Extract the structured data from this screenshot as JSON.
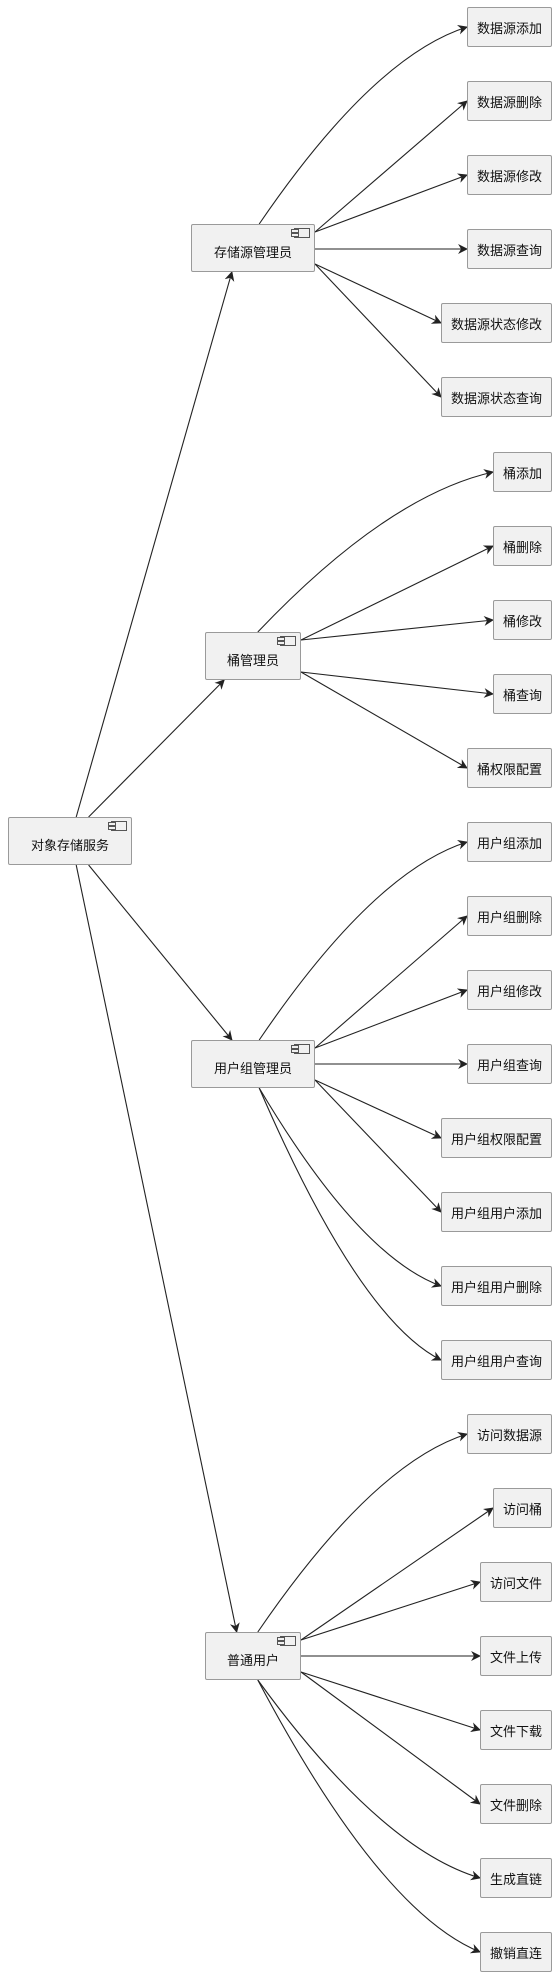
{
  "root": {
    "label": "对象存储服务",
    "icon": "component-icon"
  },
  "groups": [
    {
      "label": "存储源管理员",
      "icon": "component-icon",
      "children": [
        "数据源添加",
        "数据源删除",
        "数据源修改",
        "数据源查询",
        "数据源状态修改",
        "数据源状态查询"
      ]
    },
    {
      "label": "桶管理员",
      "icon": "component-icon",
      "children": [
        "桶添加",
        "桶删除",
        "桶修改",
        "桶查询",
        "桶权限配置"
      ]
    },
    {
      "label": "用户组管理员",
      "icon": "component-icon",
      "children": [
        "用户组添加",
        "用户组删除",
        "用户组修改",
        "用户组查询",
        "用户组权限配置",
        "用户组用户添加",
        "用户组用户删除",
        "用户组用户查询"
      ]
    },
    {
      "label": "普通用户",
      "icon": "component-icon",
      "children": [
        "访问数据源",
        "访问桶",
        "访问文件",
        "文件上传",
        "文件下载",
        "文件删除",
        "生成直链",
        "撤销直连"
      ]
    }
  ],
  "colors": {
    "node_fill": "#f1f1f1",
    "node_border": "#9a9a9a",
    "edge": "#222222"
  }
}
